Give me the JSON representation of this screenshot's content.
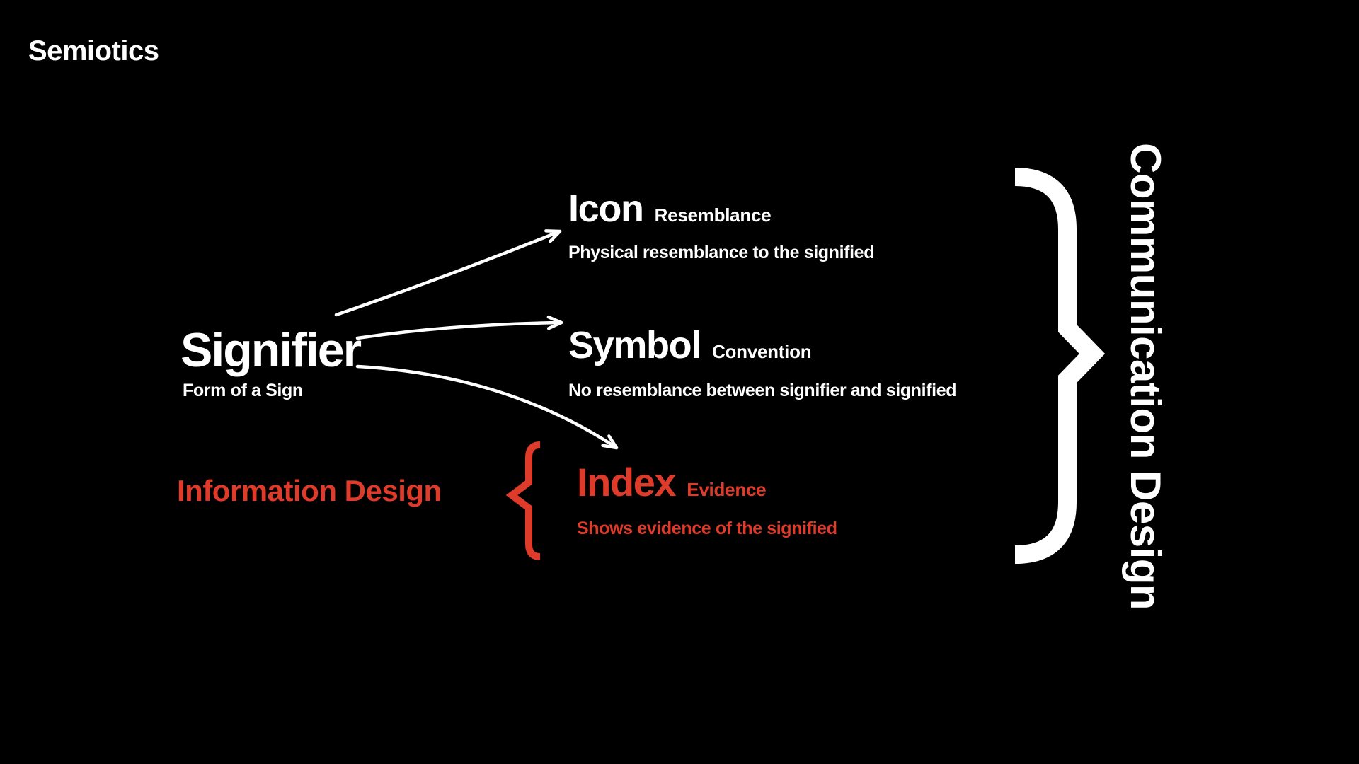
{
  "title": "Semiotics",
  "colors": {
    "background": "#000000",
    "foreground": "#FFFFFF",
    "accent": "#DE3B2B"
  },
  "signifier": {
    "heading": "Signifier",
    "subtitle": "Form of a Sign"
  },
  "branches": [
    {
      "id": "icon",
      "heading": "Icon",
      "tag": "Resemblance",
      "description": "Physical resemblance to the signified",
      "emphasis": "default"
    },
    {
      "id": "symbol",
      "heading": "Symbol",
      "tag": "Convention",
      "description": "No resemblance between signifier and signified",
      "emphasis": "default"
    },
    {
      "id": "index",
      "heading": "Index",
      "tag": "Evidence",
      "description": "Shows evidence of the signified",
      "emphasis": "accent"
    }
  ],
  "groups": {
    "information_design": "Information Design",
    "communication_design": "Communication Design"
  }
}
